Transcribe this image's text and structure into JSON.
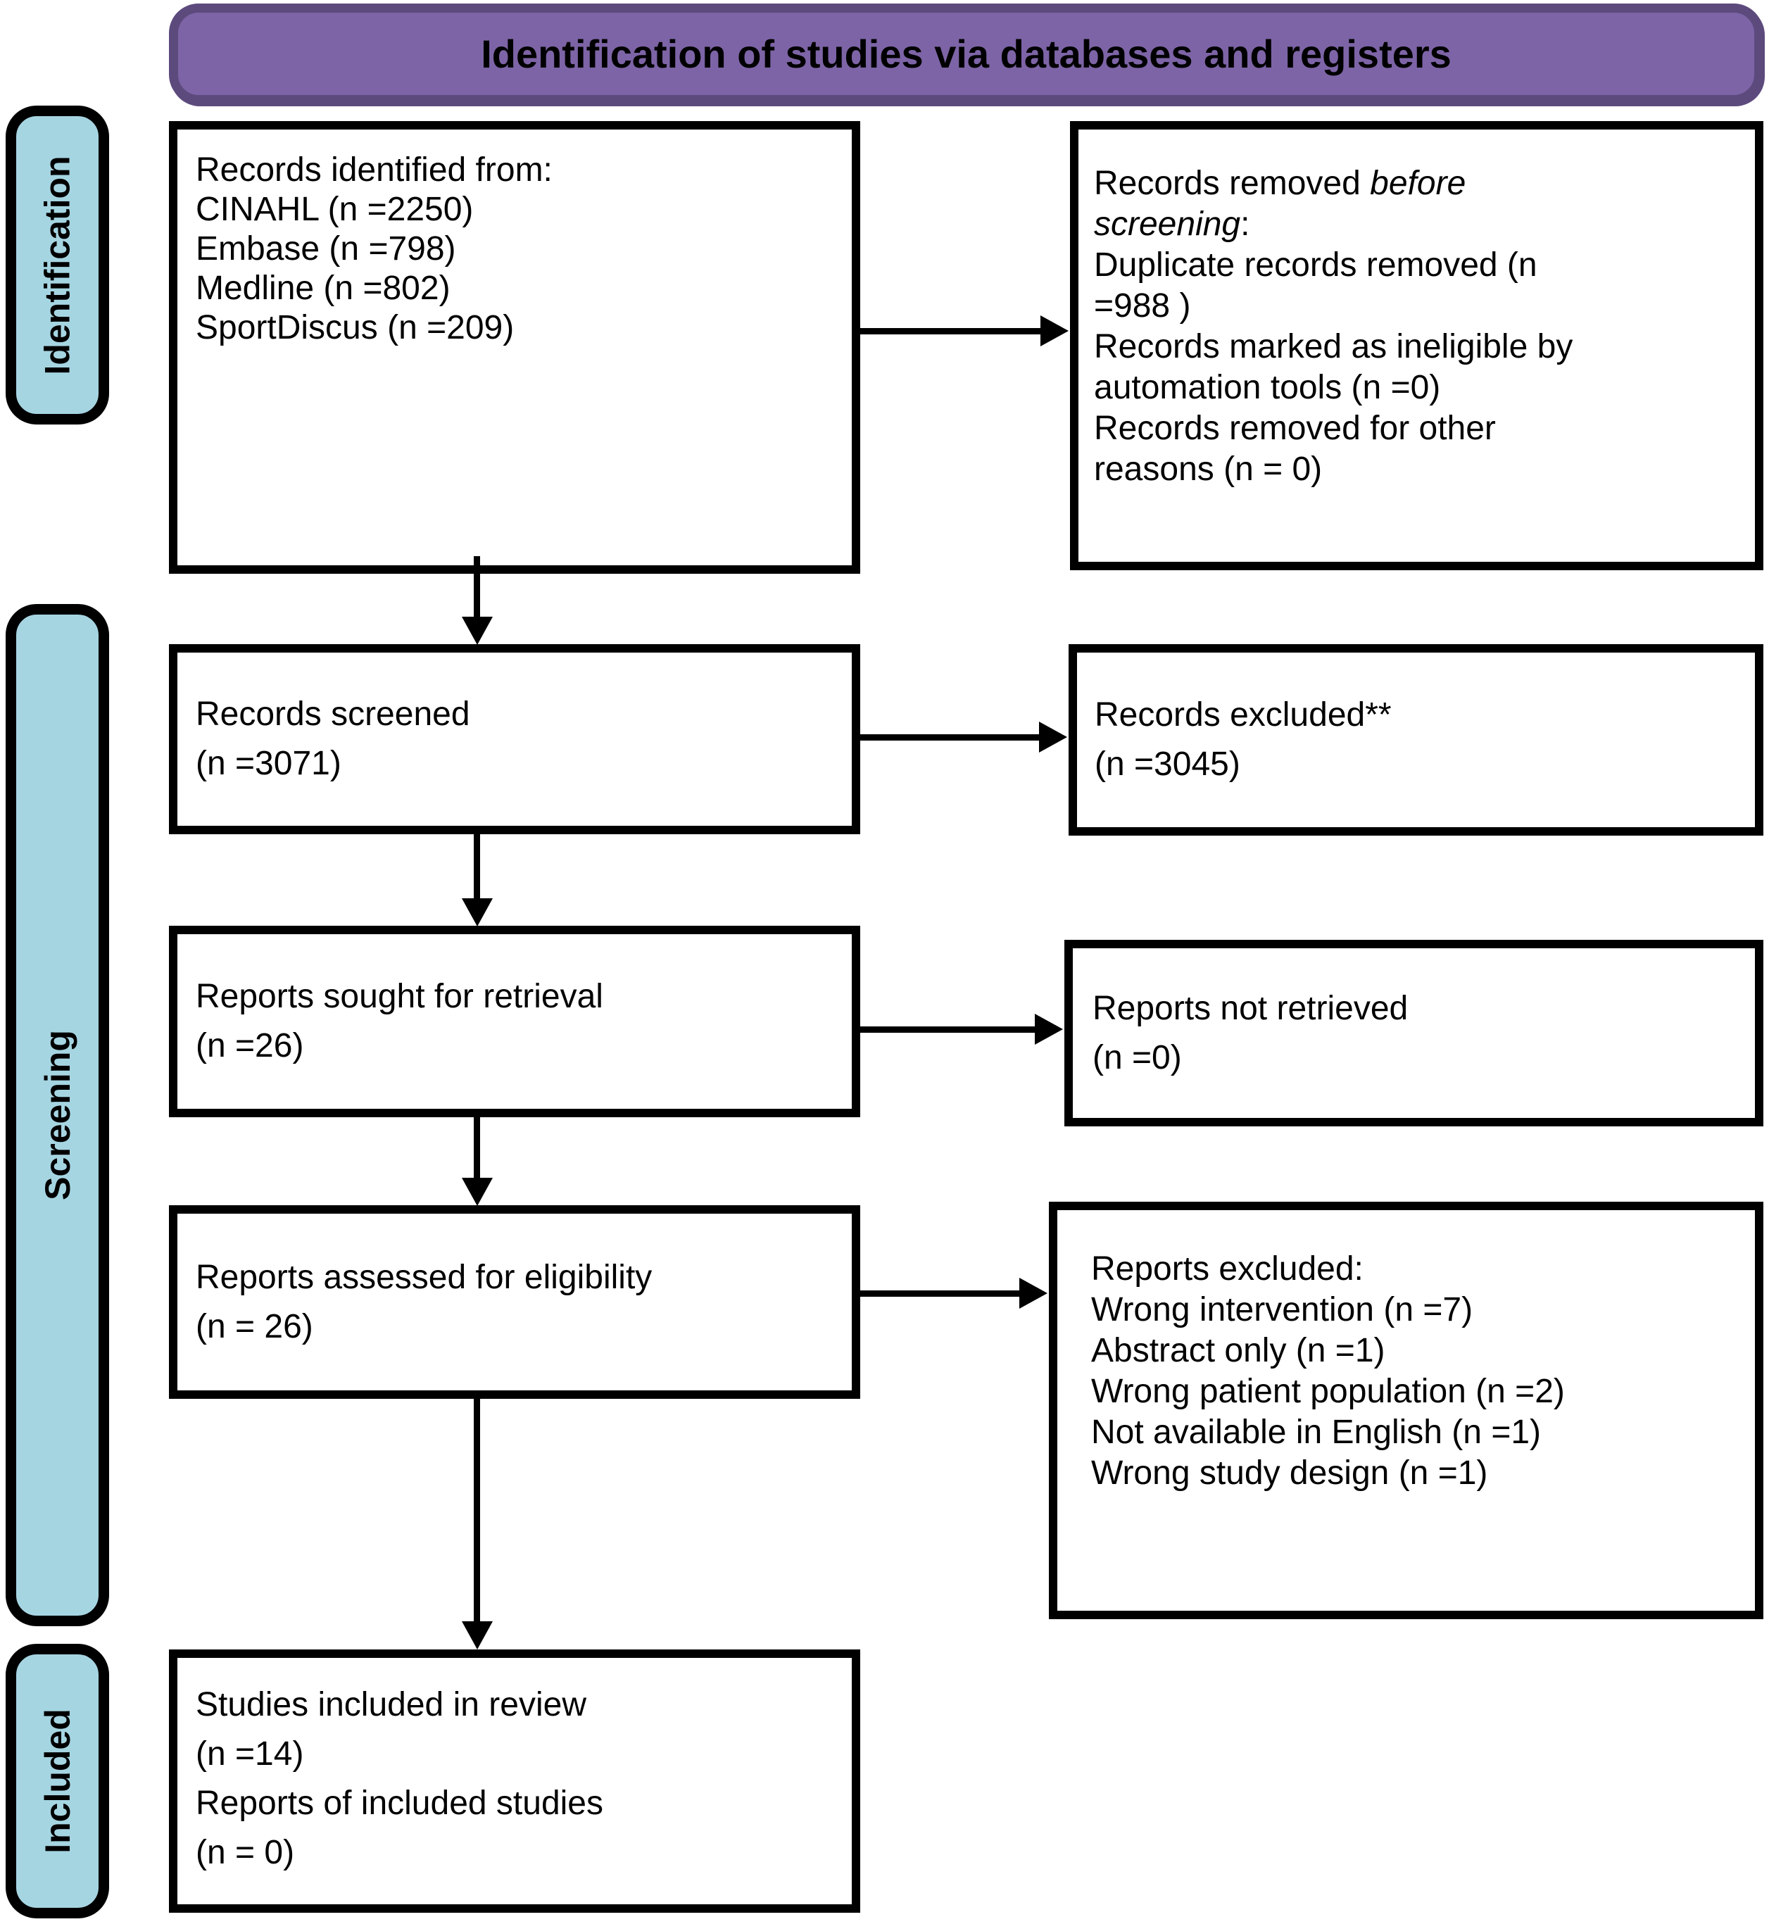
{
  "header": {
    "title": "Identification of studies via databases and registers"
  },
  "sidebar": {
    "identification": "Identification",
    "screening": "Screening",
    "included": "Included"
  },
  "flow": {
    "records_identified": {
      "lines": [
        [
          {
            "text": "Records identified from:"
          }
        ],
        [
          {
            "text": "CINAHL (n =2250)"
          }
        ],
        [
          {
            "text": "Embase (n =798)"
          }
        ],
        [
          {
            "text": "Medline (n =802)"
          }
        ],
        [
          {
            "text": "SportDiscus (n =209)"
          }
        ]
      ]
    },
    "records_removed": {
      "lines": [
        [
          {
            "text": "Records removed "
          },
          {
            "text": "before",
            "italic": true
          }
        ],
        [
          {
            "text": "screening",
            "italic": true
          },
          {
            "text": ":"
          }
        ],
        [
          {
            "text": "Duplicate records removed (n"
          }
        ],
        [
          {
            "text": "=988 )"
          }
        ],
        [
          {
            "text": "Records marked as ineligible by"
          }
        ],
        [
          {
            "text": "automation tools (n =0)"
          }
        ],
        [
          {
            "text": "Records removed for other"
          }
        ],
        [
          {
            "text": "reasons (n = 0)"
          }
        ]
      ]
    },
    "records_screened": {
      "lines": [
        [
          {
            "text": "Records screened"
          }
        ],
        [
          {
            "text": "(n =3071)"
          }
        ]
      ]
    },
    "records_excluded": {
      "lines": [
        [
          {
            "text": "Records excluded**"
          }
        ],
        [
          {
            "text": "(n =3045)"
          }
        ]
      ]
    },
    "reports_sought": {
      "lines": [
        [
          {
            "text": "Reports sought for retrieval"
          }
        ],
        [
          {
            "text": "(n =26)"
          }
        ]
      ]
    },
    "reports_not_retrieved": {
      "lines": [
        [
          {
            "text": "Reports not retrieved"
          }
        ],
        [
          {
            "text": "(n =0)"
          }
        ]
      ]
    },
    "reports_assessed": {
      "lines": [
        [
          {
            "text": "Reports assessed for eligibility"
          }
        ],
        [
          {
            "text": "(n = 26)"
          }
        ]
      ]
    },
    "reports_excluded": {
      "lines": [
        [
          {
            "text": "Reports excluded:"
          }
        ],
        [
          {
            "text": "Wrong intervention (n =7)"
          }
        ],
        [
          {
            "text": "Abstract only (n =1)"
          }
        ],
        [
          {
            "text": "Wrong patient population (n =2)"
          }
        ],
        [
          {
            "text": "Not available in English (n =1)"
          }
        ],
        [
          {
            "text": "Wrong study design (n =1)"
          }
        ]
      ]
    },
    "studies_included": {
      "lines": [
        [
          {
            "text": "Studies included in review"
          }
        ],
        [
          {
            "text": "(n =14)"
          }
        ],
        [
          {
            "text": "Reports of included studies"
          }
        ],
        [
          {
            "text": "(n = 0)"
          }
        ]
      ]
    }
  },
  "colors": {
    "stage_fill": "#a6d5e2",
    "banner_fill": "#7d64a6",
    "banner_border": "#5d4a7d",
    "box_border": "#000000"
  }
}
